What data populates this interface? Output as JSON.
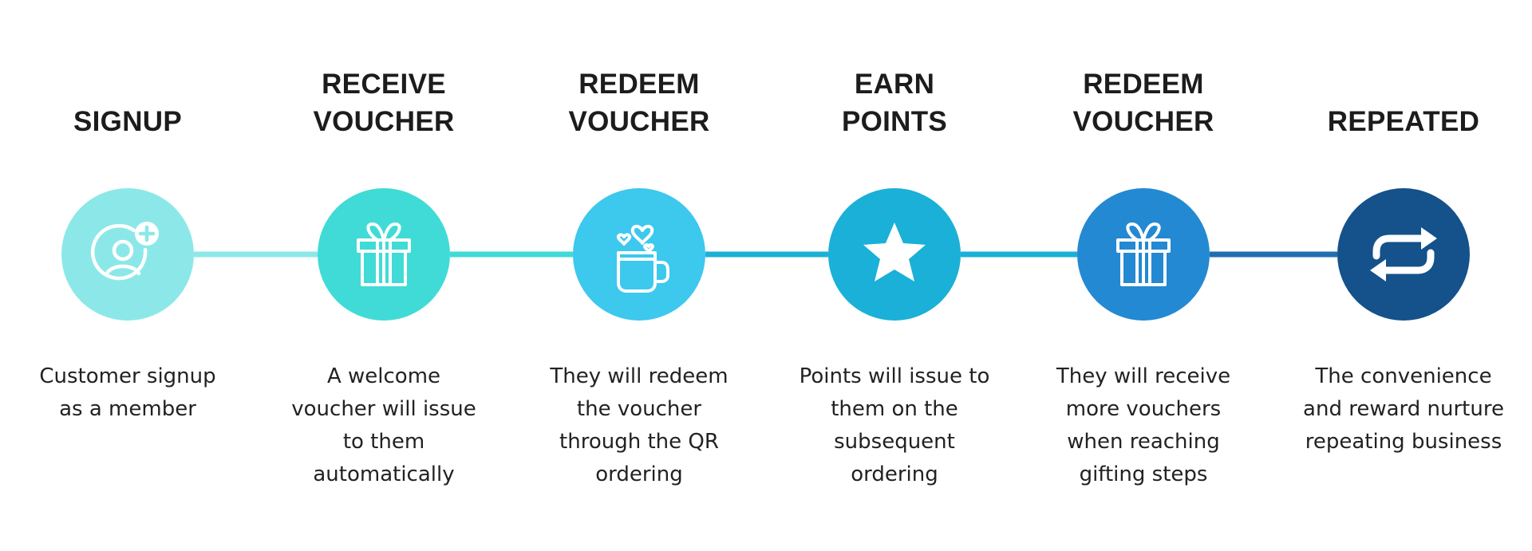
{
  "steps": [
    {
      "id": "signup",
      "title_lines": [
        "SIGNUP"
      ],
      "icon": "user-plus-icon",
      "color": "#8ce8e8",
      "desc_lines": [
        "Customer signup",
        "as a member"
      ]
    },
    {
      "id": "receive-voucher",
      "title_lines": [
        "RECEIVE",
        "VOUCHER"
      ],
      "icon": "gift-icon",
      "color": "#40dbd6",
      "desc_lines": [
        "A welcome",
        "voucher will issue",
        "to them",
        "automatically"
      ]
    },
    {
      "id": "redeem-voucher",
      "title_lines": [
        "REDEEM",
        "VOUCHER"
      ],
      "icon": "mug-hearts-icon",
      "color": "#3dc8ee",
      "desc_lines": [
        "They will redeem",
        "the voucher",
        "through the QR",
        "ordering"
      ]
    },
    {
      "id": "earn-points",
      "title_lines": [
        "EARN",
        "POINTS"
      ],
      "icon": "star-icon",
      "color": "#1ab0d8",
      "desc_lines": [
        "Points will issue to",
        "them on the",
        "subsequent",
        "ordering"
      ]
    },
    {
      "id": "redeem-voucher-2",
      "title_lines": [
        "REDEEM",
        "VOUCHER"
      ],
      "icon": "gift-icon",
      "color": "#2389d2",
      "desc_lines": [
        "They will receive",
        "more vouchers",
        "when reaching",
        "gifting steps"
      ]
    },
    {
      "id": "repeated",
      "title_lines": [
        "REPEATED"
      ],
      "icon": "repeat-icon",
      "color": "#15518a",
      "desc_lines": [
        "The convenience",
        "and reward nurture",
        "repeating business"
      ]
    }
  ],
  "connector_colors": [
    "#8ce8e8",
    "#40dbd6",
    "#1ab0d8",
    "#1ab0d8",
    "#1f6eb0"
  ]
}
